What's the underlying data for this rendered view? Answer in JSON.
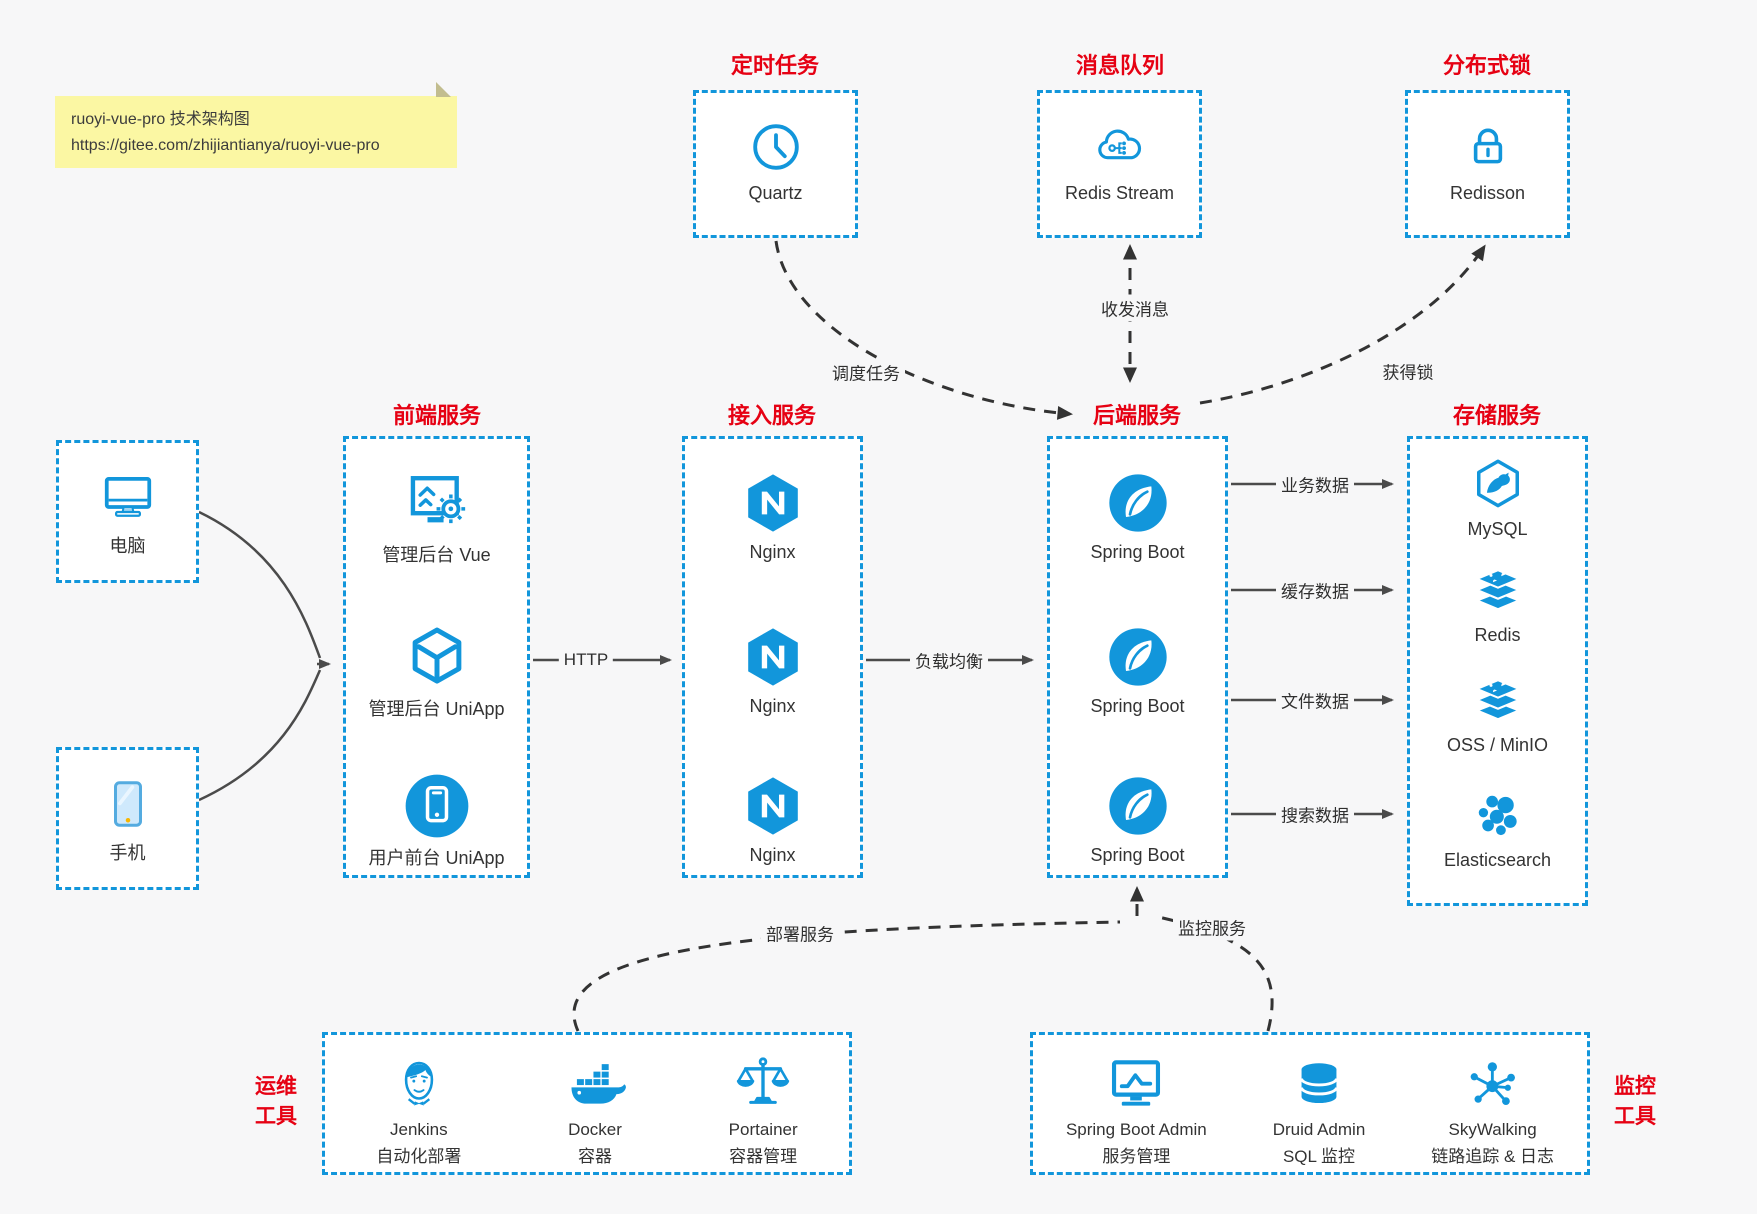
{
  "note": {
    "line1": "ruoyi-vue-pro 技术架构图",
    "line2": "https://gitee.com/zhijiantianya/ruoyi-vue-pro"
  },
  "top_groups": [
    {
      "title": "定时任务",
      "label": "Quartz"
    },
    {
      "title": "消息队列",
      "label": "Redis Stream"
    },
    {
      "title": "分布式锁",
      "label": "Redisson"
    }
  ],
  "clients": [
    {
      "label": "电脑"
    },
    {
      "label": "手机"
    }
  ],
  "columns": [
    {
      "title": "前端服务",
      "items": [
        {
          "label": "管理后台 Vue"
        },
        {
          "label": "管理后台 UniApp"
        },
        {
          "label": "用户前台 UniApp"
        }
      ]
    },
    {
      "title": "接入服务",
      "items": [
        {
          "label": "Nginx"
        },
        {
          "label": "Nginx"
        },
        {
          "label": "Nginx"
        }
      ]
    },
    {
      "title": "后端服务",
      "items": [
        {
          "label": "Spring Boot"
        },
        {
          "label": "Spring Boot"
        },
        {
          "label": "Spring Boot"
        }
      ]
    },
    {
      "title": "存储服务",
      "items": [
        {
          "label": "MySQL"
        },
        {
          "label": "Redis"
        },
        {
          "label": "OSS / MinIO"
        },
        {
          "label": "Elasticsearch"
        }
      ]
    }
  ],
  "ops": {
    "side_line1": "运维",
    "side_line2": "工具",
    "items": [
      {
        "name": "Jenkins",
        "desc": "自动化部署"
      },
      {
        "name": "Docker",
        "desc": "容器"
      },
      {
        "name": "Portainer",
        "desc": "容器管理"
      }
    ]
  },
  "monitoring": {
    "side_line1": "监控",
    "side_line2": "工具",
    "items": [
      {
        "name": "Spring Boot Admin",
        "desc": "服务管理"
      },
      {
        "name": "Druid Admin",
        "desc": "SQL 监控"
      },
      {
        "name": "SkyWalking",
        "desc": "链路追踪 & 日志"
      }
    ]
  },
  "edges": {
    "http": "HTTP",
    "load_balance": "负载均衡",
    "schedule": "调度任务",
    "message": "收发消息",
    "lock": "获得锁",
    "biz": "业务数据",
    "cache": "缓存数据",
    "file": "文件数据",
    "search": "搜索数据",
    "deploy": "部署服务",
    "monitor": "监控服务"
  },
  "colors": {
    "accent_blue": "#1296db",
    "title_red": "#e60113",
    "note_yellow": "#fbf7a3",
    "arrow_gray": "#4b4b4b",
    "arrow_dark": "#333333",
    "page_bg": "#f7f7f8"
  }
}
